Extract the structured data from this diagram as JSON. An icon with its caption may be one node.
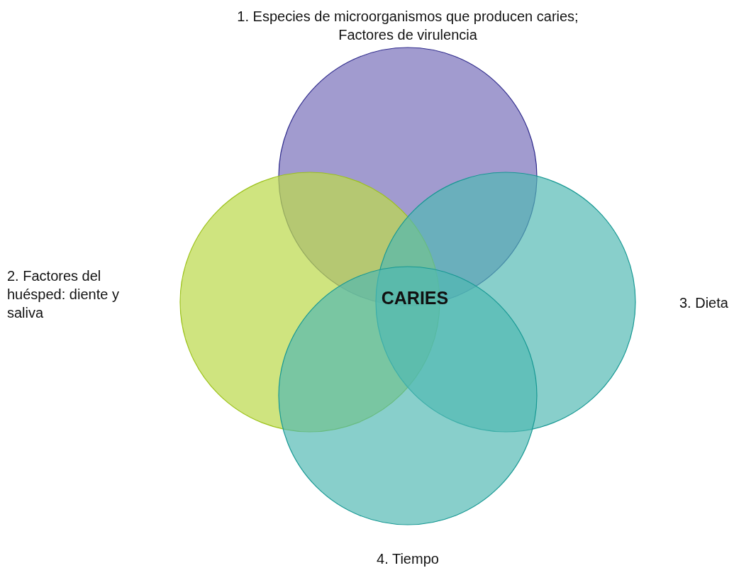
{
  "diagram": {
    "nodes": [
      {
        "text": [
          "1. Especies de microorganismos que producen caries; Factores de virulencia"
        ]
      },
      {
        "text": [
          "2. Factores del huésped: diente y saliva"
        ]
      },
      {
        "text": [
          "3. Dieta"
        ]
      },
      {
        "text": [
          "4. Tiempo"
        ]
      }
    ],
    "edges": [],
    "labels": [
      "CARIES"
    ]
  }
}
